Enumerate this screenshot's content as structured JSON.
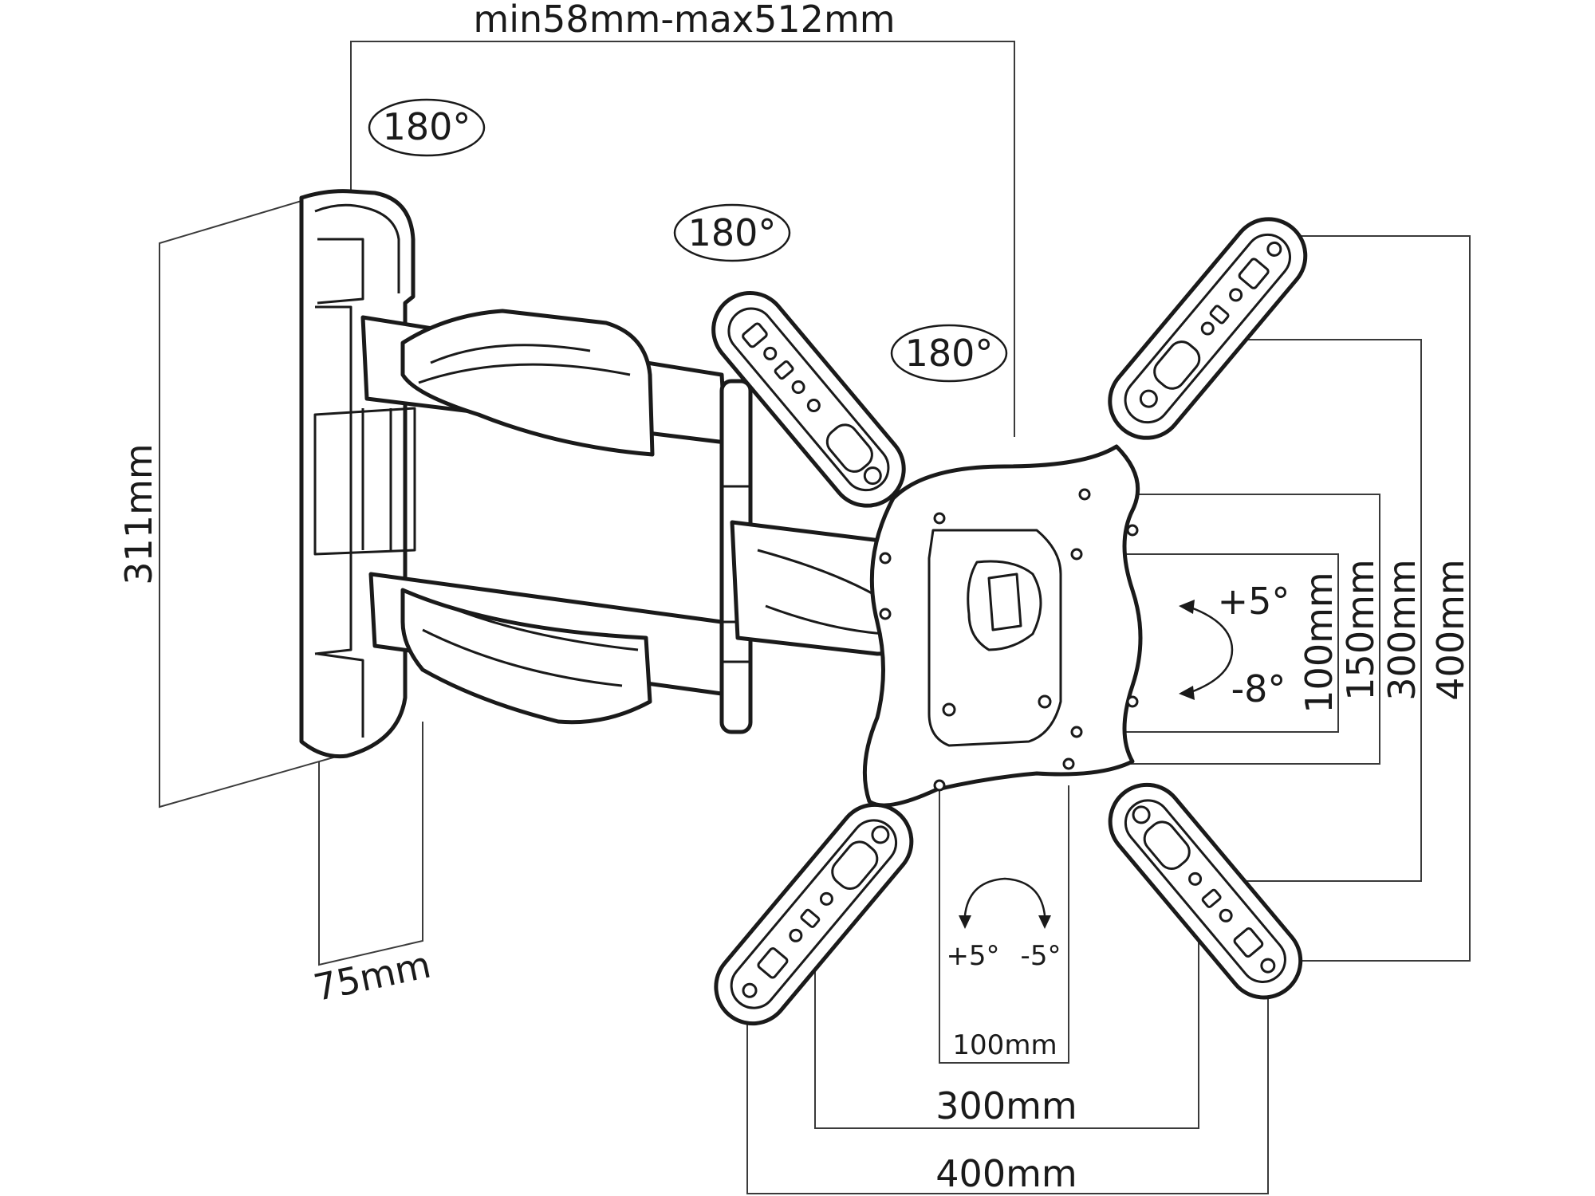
{
  "labels": {
    "extension": "min58mm-max512mm",
    "swivel_1": "180°",
    "swivel_2": "180°",
    "swivel_3": "180°",
    "height": "311mm",
    "depth": "75mm",
    "tilt_up": "+5°",
    "tilt_down": "-8°",
    "rotate_left": "+5°",
    "rotate_right": "-5°",
    "v_100": "100mm",
    "v_150": "150mm",
    "v_300": "300mm",
    "v_400": "400mm",
    "h_100": "100mm",
    "h_300": "300mm",
    "h_400": "400mm"
  },
  "colors": {
    "line": "#1a1a1a",
    "dimension": "#3a3a3a",
    "background": "#ffffff"
  }
}
